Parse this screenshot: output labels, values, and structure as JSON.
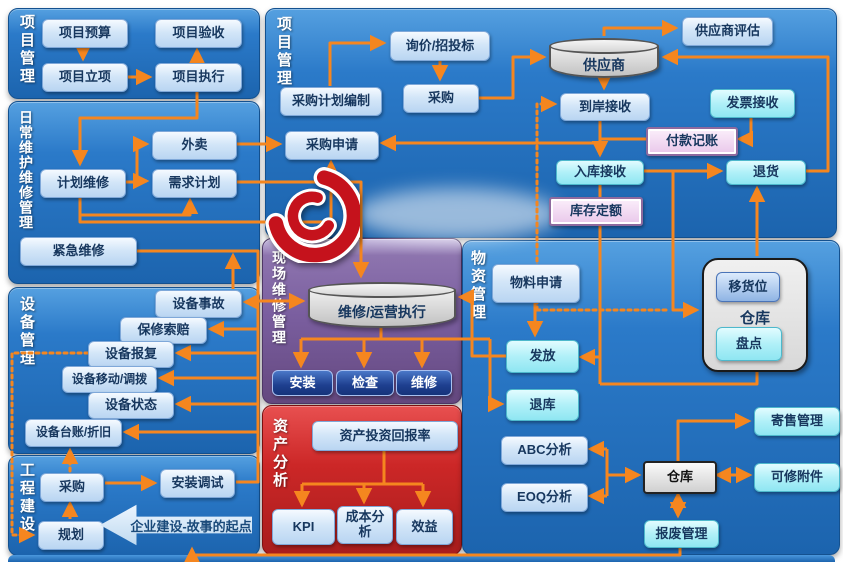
{
  "colors": {
    "panel_blue": "#2272c3",
    "panel_purple": "#7b5fa0",
    "panel_red": "#c42222",
    "accent_orange": "#F5861F",
    "box_light_blue": "#cfe3f7",
    "box_cyan": "#a8eef8",
    "box_pink": "#e9c7ea"
  },
  "logo": {
    "name": "red-swirl-logo"
  },
  "panels": {
    "p1": {
      "label": "项目管理",
      "boxes": {
        "budget": "项目预算",
        "acceptance": "项目验收",
        "initiation": "项目立项",
        "execution": "项目执行"
      }
    },
    "p2": {
      "label": "日常维护维修管理",
      "boxes": {
        "outsource": "外卖",
        "planned": "计划维修",
        "demand": "需求计划",
        "emergency": "紧急维修"
      }
    },
    "p3": {
      "label": "设备管理",
      "boxes": {
        "accident": "设备事故",
        "warranty": "保修索赔",
        "restore": "设备报复",
        "move": "设备移动/调拨",
        "status": "设备状态",
        "ledger": "设备台账/折旧"
      }
    },
    "p4": {
      "label": "工程建设",
      "boxes": {
        "purchase": "采购",
        "install_debug": "安装调试",
        "planning": "规划"
      },
      "banner": "企业建设-故事的起点"
    },
    "p5": {
      "label": "项目管理",
      "cylinder": "供应商",
      "boxes": {
        "plan_compile": "采购计划编制",
        "inquiry": "询价/招投标",
        "purchase": "采购",
        "purchase_request": "采购申请",
        "supplier_eval": "供应商评估",
        "arrival": "到岸接收",
        "invoice": "发票接收",
        "payment": "付款记账",
        "receipt": "入库接收",
        "returns": "退货",
        "stock_quota": "库存定额"
      }
    },
    "p6": {
      "label": "现场维修管理",
      "cylinder": "维修/运营执行",
      "boxes": {
        "install": "安装",
        "inspect": "检查",
        "repair": "维修"
      }
    },
    "p7": {
      "label": "资产分析",
      "boxes": {
        "roi": "资产投资回报率",
        "kpi": "KPI",
        "cost": "成本分析",
        "benefit": "效益"
      }
    },
    "p8": {
      "label": "物资管理",
      "boxes": {
        "material_request": "物料申请",
        "issue": "发放",
        "return_store": "退库",
        "abc": "ABC分析",
        "eoq": "EOQ分析",
        "consignment": "寄售管理",
        "repairable": "可修附件",
        "scrap": "报废管理",
        "warehouse_small": "仓库"
      },
      "warehouse": {
        "move_loc": "移货位",
        "title": "仓库",
        "stocktake": "盘点"
      }
    }
  }
}
